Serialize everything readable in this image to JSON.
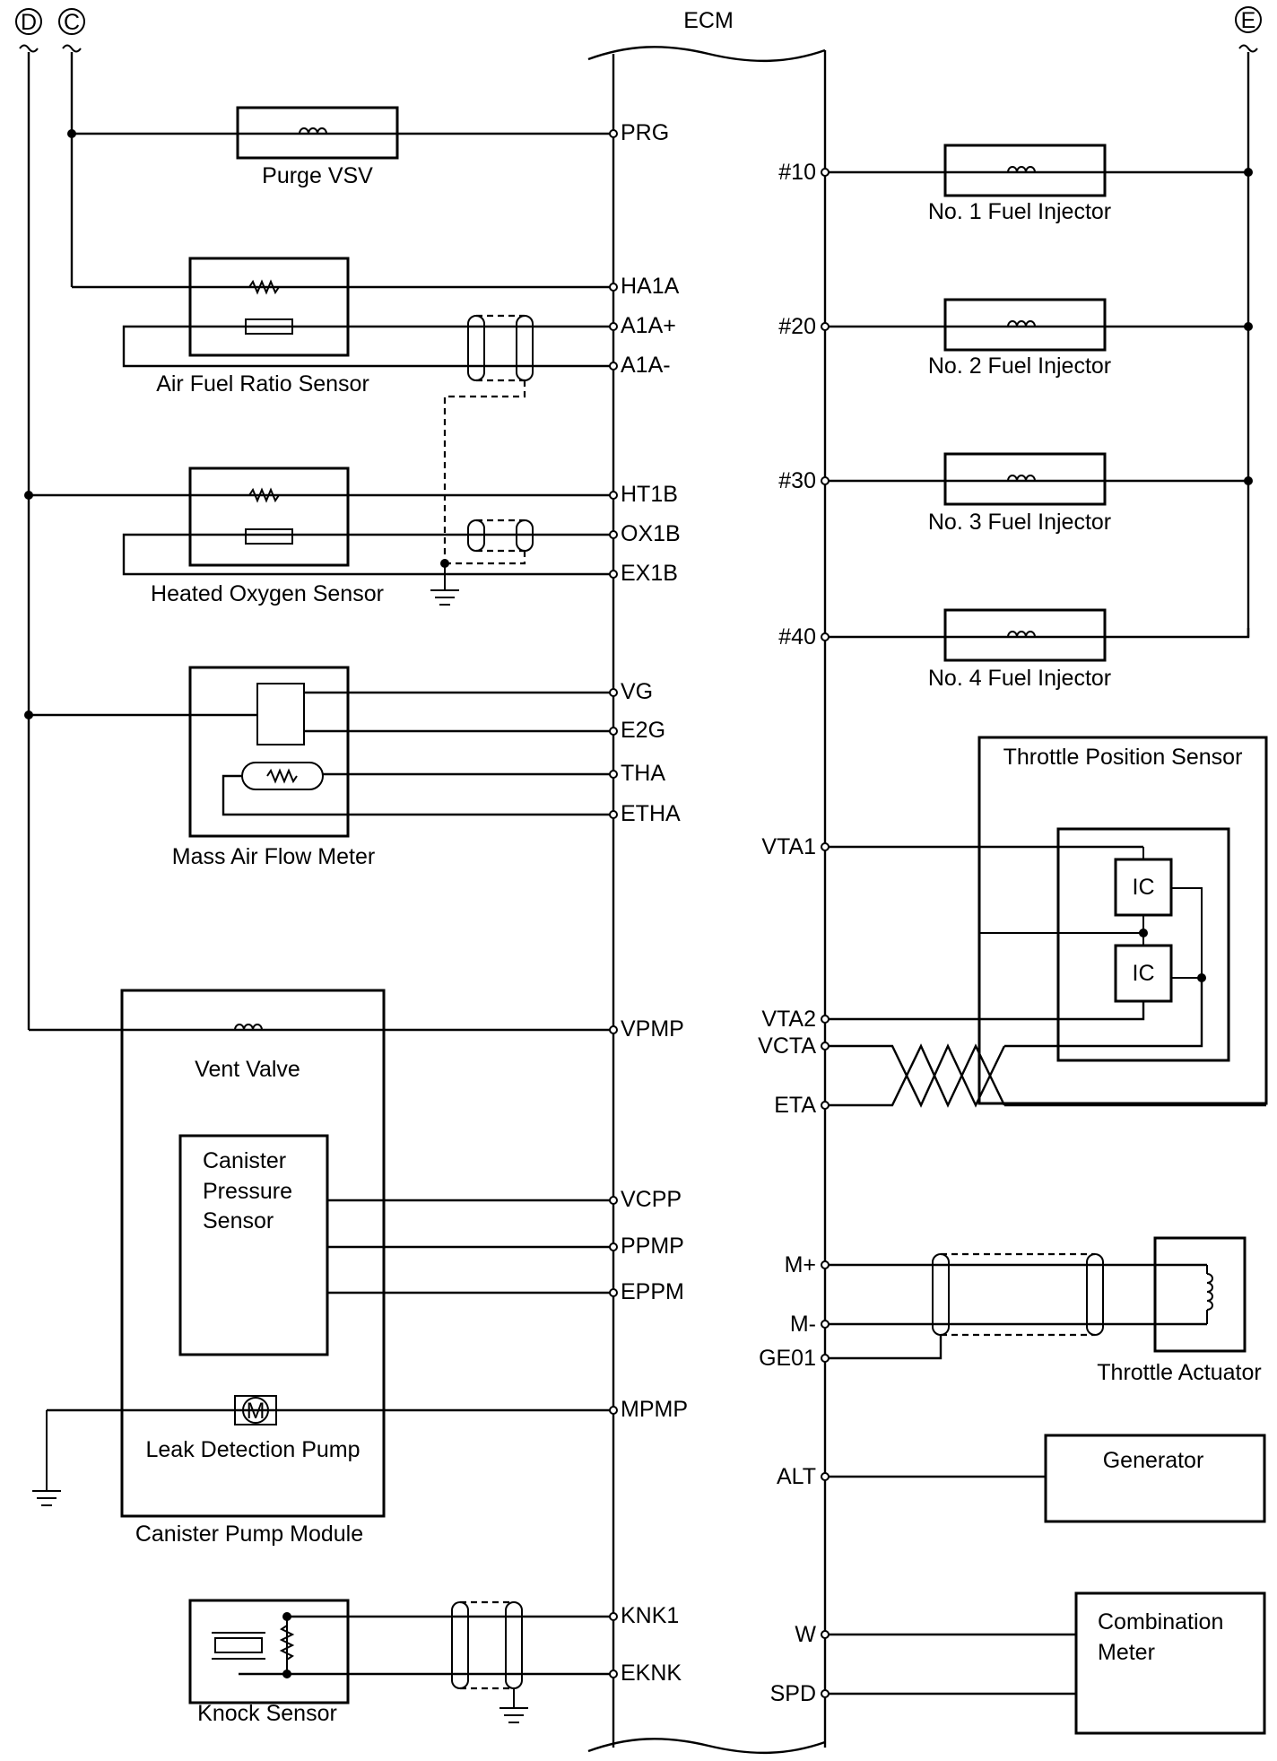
{
  "connectors": {
    "d": "D",
    "c": "C",
    "e": "E"
  },
  "ecm": {
    "title": "ECM"
  },
  "left_pins": {
    "prg": "PRG",
    "ha1a": "HA1A",
    "a1a_plus": "A1A+",
    "a1a_minus": "A1A-",
    "ht1b": "HT1B",
    "ox1b": "OX1B",
    "ex1b": "EX1B",
    "vg": "VG",
    "e2g": "E2G",
    "tha": "THA",
    "etha": "ETHA",
    "vpmp": "VPMP",
    "vcpp": "VCPP",
    "ppmp": "PPMP",
    "eppm": "EPPM",
    "mpmp": "MPMP",
    "knk1": "KNK1",
    "eknk": "EKNK"
  },
  "right_pins": {
    "p10": "#10",
    "p20": "#20",
    "p30": "#30",
    "p40": "#40",
    "vta1": "VTA1",
    "vta2": "VTA2",
    "vcta": "VCTA",
    "eta": "ETA",
    "m_plus": "M+",
    "m_minus": "M-",
    "ge01": "GE01",
    "alt": "ALT",
    "w": "W",
    "spd": "SPD"
  },
  "components": {
    "purge_vsv": "Purge VSV",
    "af_sensor": "Air Fuel Ratio Sensor",
    "ho2_sensor": "Heated Oxygen Sensor",
    "maf_meter": "Mass Air Flow Meter",
    "vent_valve": "Vent Valve",
    "canister_pressure_sensor": [
      "Canister",
      "Pressure",
      "Sensor"
    ],
    "leak_detection_pump": "Leak Detection Pump",
    "motor_symbol": "M",
    "canister_pump_module": "Canister Pump Module",
    "knock_sensor": "Knock Sensor",
    "injector_1": "No. 1 Fuel Injector",
    "injector_2": "No. 2 Fuel Injector",
    "injector_3": "No. 3 Fuel Injector",
    "injector_4": "No. 4 Fuel Injector",
    "tps": "Throttle Position Sensor",
    "ic": "IC",
    "throttle_actuator": "Throttle Actuator",
    "generator": "Generator",
    "combination_meter": [
      "Combination",
      "Meter"
    ]
  }
}
